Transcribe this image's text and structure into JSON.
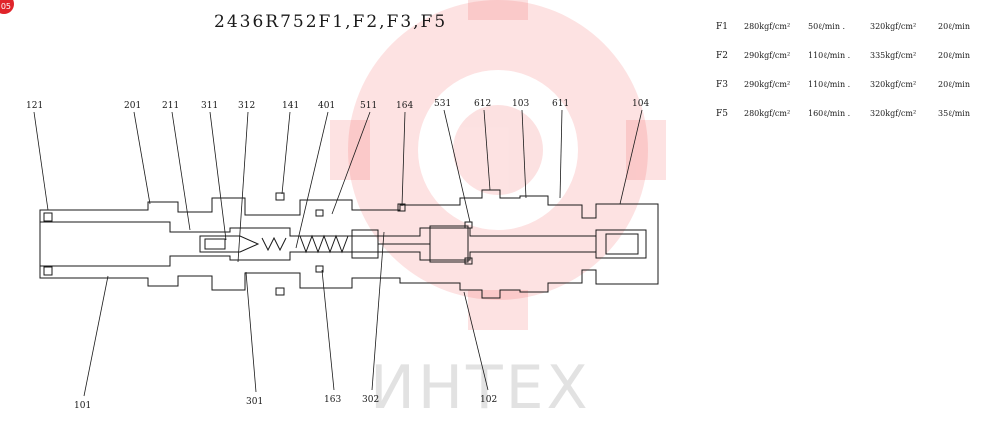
{
  "badge_text": "05",
  "title": "2436R752F1,F2,F3,F5",
  "spec_rows": [
    {
      "code": "F1",
      "a": "280kgf/cm²",
      "b": "50ℓ/min .",
      "c": "320kgf/cm²",
      "d": "20ℓ/min"
    },
    {
      "code": "F2",
      "a": "290kgf/cm²",
      "b": "110ℓ/min .",
      "c": "335kgf/cm²",
      "d": "20ℓ/min"
    },
    {
      "code": "F3",
      "a": "290kgf/cm²",
      "b": "110ℓ/min .",
      "c": "320kgf/cm²",
      "d": "20ℓ/min"
    },
    {
      "code": "F5",
      "a": "280kgf/cm²",
      "b": "160ℓ/min .",
      "c": "320kgf/cm²",
      "d": "35ℓ/min"
    }
  ],
  "labels_top": [
    "121",
    "201",
    "211",
    "311",
    "312",
    "141",
    "401",
    "511",
    "164",
    "531",
    "612",
    "103",
    "611",
    "104"
  ],
  "labels_bottom": [
    "101",
    "301",
    "163",
    "302",
    "102"
  ],
  "watermark": "ИНТЕХ",
  "colors": {
    "watermark_red": "#f04a4a",
    "line": "#1a1a1a",
    "badge": "#e0242a"
  }
}
